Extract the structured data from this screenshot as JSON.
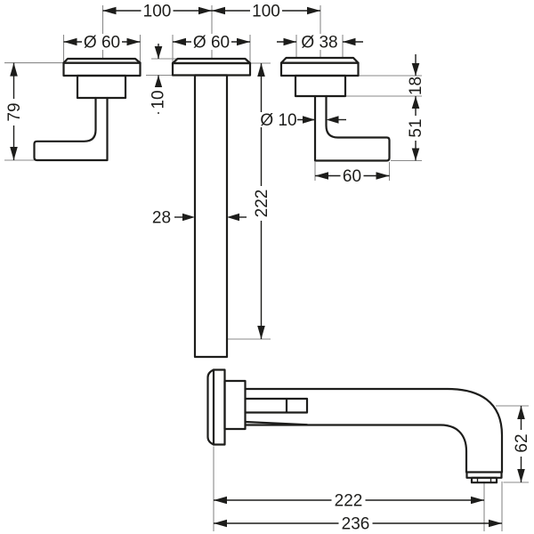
{
  "drawing": {
    "type": "technical-dimension-drawing",
    "views": {
      "top": "wall-mounted basin mixer – handles and spout escutcheon, front view",
      "bottom": "spout, side view"
    },
    "dimensions": {
      "handle_spacing_left": "100",
      "handle_spacing_right": "100",
      "left_escutcheon_diameter": "Ø 60",
      "center_escutcheon_diameter": "Ø 60",
      "right_escutcheon_diameter": "Ø 38",
      "left_handle_height": "79",
      "center_escutcheon_depth": "10",
      "right_escutcheon_offset": "18",
      "right_handle_drop": "51",
      "right_handle_length": "60",
      "handle_stem_diameter": "Ø 10",
      "spout_pipe_width": "28",
      "spout_pipe_length": "222",
      "spout_reach_to_aerator": "222",
      "spout_total_reach": "236",
      "spout_drop_height": "62"
    }
  }
}
